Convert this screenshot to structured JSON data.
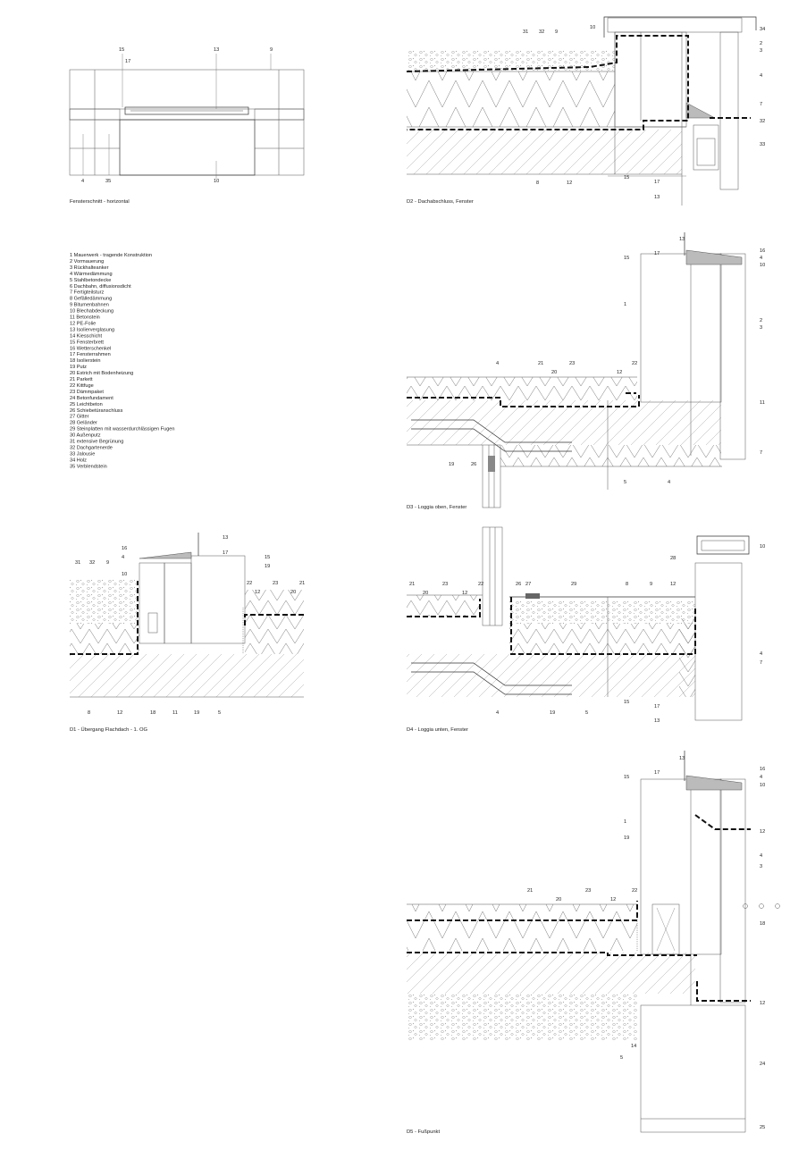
{
  "legend": [
    "1   Mauerwerk - tragende Konstruktion",
    "2   Vormauerung",
    "3   Rückhalteanker",
    "4   Wärmedämmung",
    "5   Stahlbetondecke",
    "6   Dachbahn, diffusionsdicht",
    "7   Fertigteilsturz",
    "8   Gefälledämmung",
    "9   Bitumenbahnen",
    "10  Blechabdeckung",
    "11  Betonstein",
    "12  PE-Folie",
    "13  Isolierverglasung",
    "14  Kiesschicht",
    "15  Fensterbrett",
    "16  Wetterschenkel",
    "17  Fensterrahmen",
    "18  Isolierstein",
    "19  Putz",
    "20  Estrich mit Bodenheizung",
    "21  Parkett",
    "22  Kittfuge",
    "23  Dämmpaket",
    "24  Betonfundament",
    "25  Leichtbeton",
    "26  Schiebetüranschluss",
    "27  Gitter",
    "28  Geländer",
    "29  Steinplatten mit wasserdurchlässigen Fugen",
    "30  Außenputz",
    "31  extensive Begrünung",
    "32  Dachgartenerde",
    "33  Jalousie",
    "34  Holz",
    "35  Verblendstein"
  ],
  "captions": {
    "fensterschnitt": "Fensterschnitt - horizontal",
    "d1": "D1 - Übergang Flachdach - 1. OG",
    "d2": "D2 - Dachabschluss, Fenster",
    "d3": "D3 - Loggia oben, Fenster",
    "d4": "D4 - Loggia unten, Fenster",
    "d5": "D5 - Fußpunkt"
  },
  "labels": {
    "fensterschnitt": [
      "15",
      "17",
      "13",
      "9",
      "4",
      "35",
      "10"
    ],
    "d2": [
      "10",
      "31",
      "32",
      "9",
      "2",
      "3",
      "34",
      "4",
      "7",
      "32",
      "33",
      "8",
      "12",
      "15",
      "17",
      "13"
    ],
    "d3": [
      "13",
      "17",
      "15",
      "16",
      "4",
      "10",
      "1",
      "2",
      "3",
      "4",
      "21",
      "20",
      "23",
      "12",
      "22",
      "11",
      "7",
      "19",
      "26",
      "5",
      "4"
    ],
    "d1": [
      "13",
      "16",
      "4",
      "17",
      "15",
      "10",
      "19",
      "31",
      "32",
      "9",
      "22",
      "12",
      "23",
      "20",
      "21",
      "8",
      "12",
      "18",
      "11",
      "19",
      "5"
    ],
    "d4": [
      "21",
      "20",
      "23",
      "12",
      "22",
      "26",
      "27",
      "29",
      "8",
      "9",
      "12",
      "28",
      "10",
      "4",
      "7",
      "4",
      "19",
      "5",
      "15",
      "17",
      "13"
    ],
    "d5": [
      "13",
      "17",
      "15",
      "16",
      "4",
      "10",
      "1",
      "19",
      "12",
      "4",
      "3",
      "21",
      "20",
      "23",
      "12",
      "22",
      "18",
      "12",
      "14",
      "5",
      "24",
      "25"
    ]
  }
}
